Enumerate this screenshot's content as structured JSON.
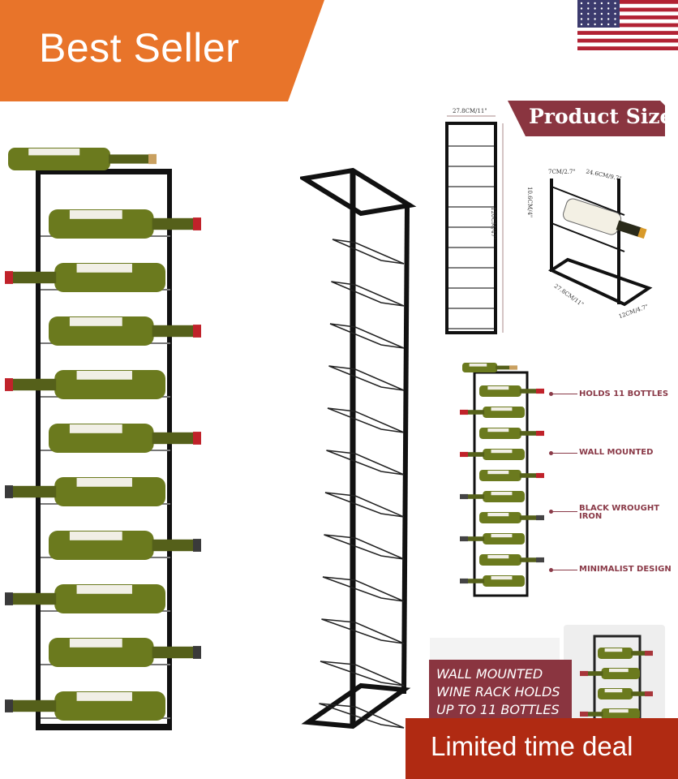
{
  "badge": {
    "label": "Best Seller",
    "color": "#e8742a"
  },
  "flag": {
    "icon": "us-flag-icon"
  },
  "product_size": {
    "title": "Product Size",
    "front_width": "27.8CM/11\"",
    "height": "120CM/47\"",
    "top_depth": "7CM/2.7\"",
    "top_width": "24.6CM/9.7\"",
    "spacing": "10.6CM/4\"",
    "base_width": "27.8CM/11\"",
    "base_depth": "12CM/4.7\""
  },
  "features": [
    "HOLDS 11 BOTTLES",
    "WALL MOUNTED",
    "BLACK WROUGHT IRON",
    "MINIMALIST DESIGN"
  ],
  "promo_caption": [
    "WALL MOUNTED",
    "WINE RACK HOLDS",
    "UP TO 11 BOTTLES"
  ],
  "deal": {
    "label": "Limited time deal",
    "color": "#b02a12"
  },
  "colors": {
    "accent_maroon": "#8a3540",
    "bottle_green": "#6b7a1e"
  }
}
